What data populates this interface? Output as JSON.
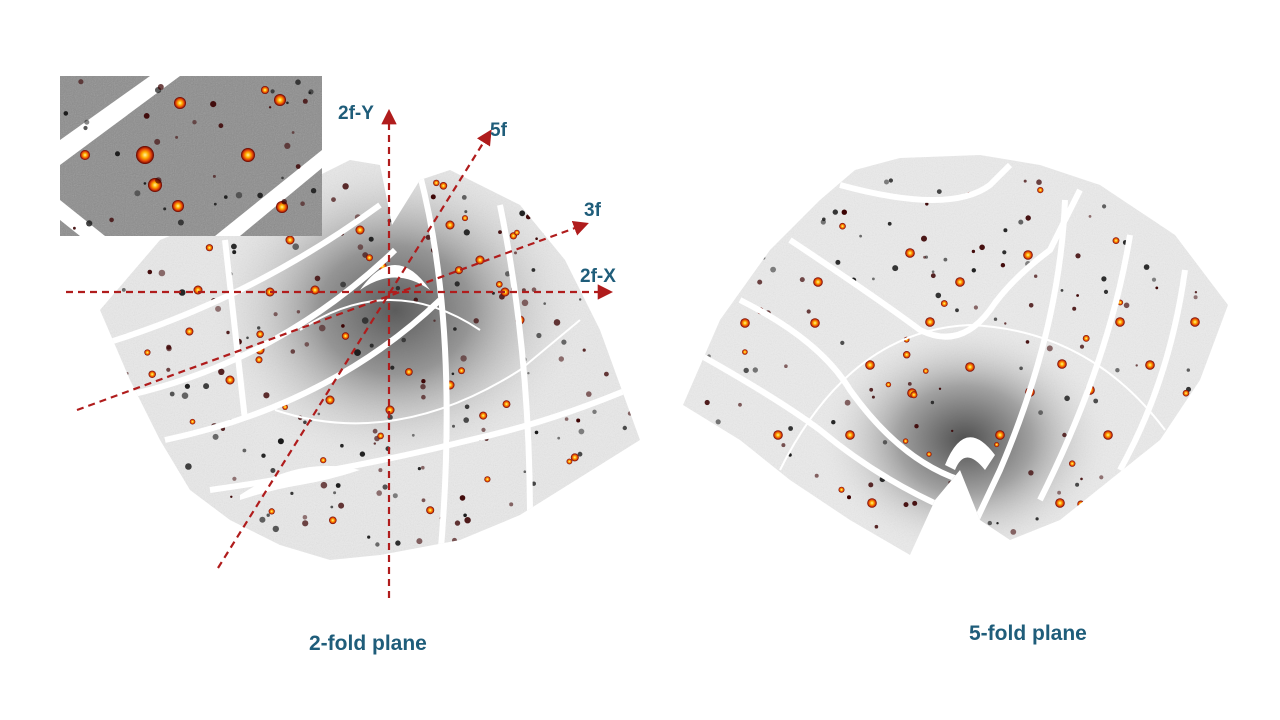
{
  "colors": {
    "axis": "#b01c1c",
    "label": "#1f5d7a",
    "detector_base": "#ececec",
    "spot_core": "#ffb000",
    "spot_mid": "#e0400a",
    "spot_edge": "#5a0000",
    "gap": "#ffffff"
  },
  "left_pattern": {
    "axes": [
      {
        "id": "2f-Y",
        "label": "2f-Y"
      },
      {
        "id": "5f",
        "label": "5f"
      },
      {
        "id": "3f",
        "label": "3f"
      },
      {
        "id": "2f-X",
        "label": "2f-X"
      }
    ],
    "caption": "2-fold plane"
  },
  "right_pattern": {
    "caption": "5-fold plane"
  }
}
